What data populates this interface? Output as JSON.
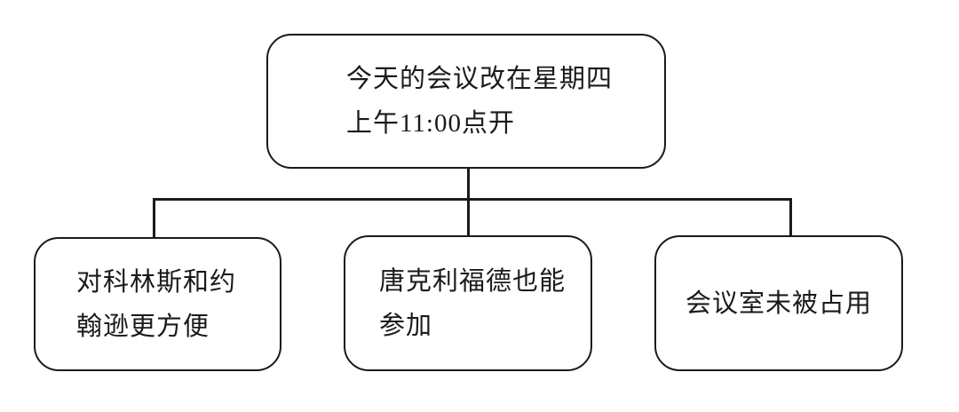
{
  "diagram": {
    "type": "tree",
    "colors": {
      "background": "#ffffff",
      "border": "#1a1a1a",
      "text": "#1a1a1a",
      "connector": "#1a1a1a"
    },
    "root": {
      "id": "meeting-change",
      "lines": {
        "0": "今天的会议改在星期四",
        "1": "上午11:00点开"
      }
    },
    "children": [
      {
        "id": "reason-collins-johnson",
        "lines": {
          "0": "对科林斯和约",
          "1": "翰逊更方便"
        }
      },
      {
        "id": "reason-tankliford",
        "lines": {
          "0": "唐克利福德也能",
          "1": "参加"
        }
      },
      {
        "id": "reason-room-free",
        "lines": {
          "0": "会议室未被占用"
        }
      }
    ]
  }
}
